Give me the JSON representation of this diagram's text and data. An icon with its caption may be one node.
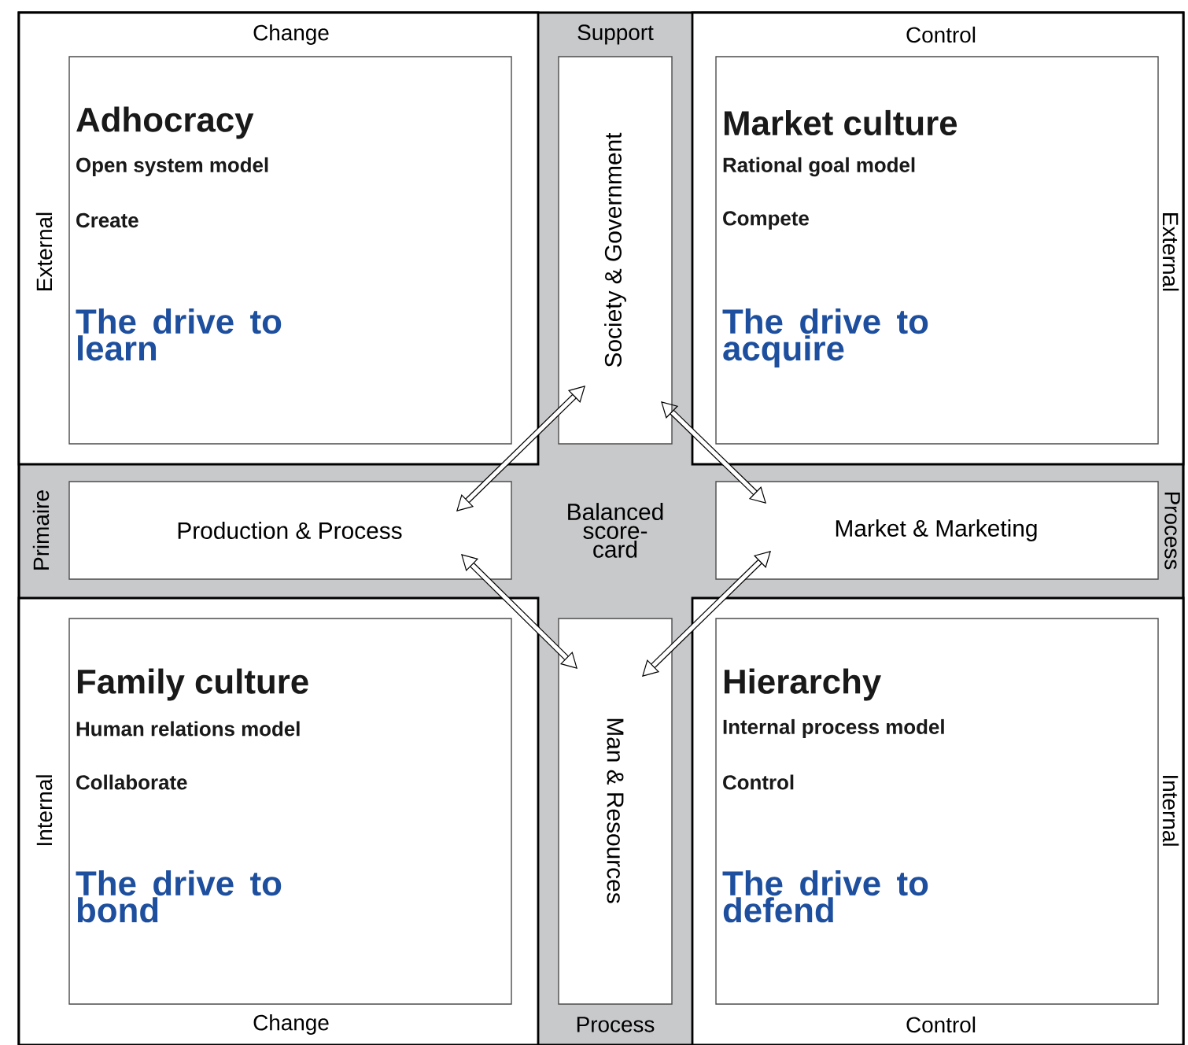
{
  "diagram": {
    "nodes": [
      {
        "text": [
          "Change",
          "External"
        ]
      },
      {
        "text": [
          "Adhocracy",
          "Open system model",
          "Create",
          "The drive to learn"
        ],
        "in": 0
      },
      {
        "text": [
          "Society & Government"
        ],
        "beside": [
          "Support"
        ]
      },
      {
        "text": [
          "Control",
          "External"
        ]
      },
      {
        "text": [
          "Market culture",
          "Rational goal model",
          "Compete",
          "The drive to acquire"
        ],
        "in": 3
      },
      {
        "text": [
          "Production & Process"
        ],
        "beside": [
          "Primaire"
        ]
      },
      {
        "text": [
          "Balanced score-card"
        ]
      },
      {
        "text": [
          "Market & Marketing"
        ],
        "beside": [
          "Process"
        ]
      },
      {
        "text": [
          "Change",
          "Internal"
        ]
      },
      {
        "text": [
          "Family culture",
          "Human relations model",
          "Collaborate",
          "The drive to bond"
        ],
        "in": 8
      },
      {
        "text": [
          "Man & Resources"
        ],
        "beside": [
          "Process"
        ]
      },
      {
        "text": [
          "Control",
          "Internal"
        ]
      },
      {
        "text": [
          "Hierarchy",
          "Internal process model",
          "Control",
          "The drive to defend"
        ],
        "in": 11
      }
    ],
    "edges": [
      {
        "from": 5,
        "to": 2,
        "arrow": "both"
      },
      {
        "from": 2,
        "to": 7,
        "arrow": "both"
      },
      {
        "from": 5,
        "to": 10,
        "arrow": "both"
      },
      {
        "from": 7,
        "to": 10,
        "arrow": "both"
      }
    ]
  }
}
